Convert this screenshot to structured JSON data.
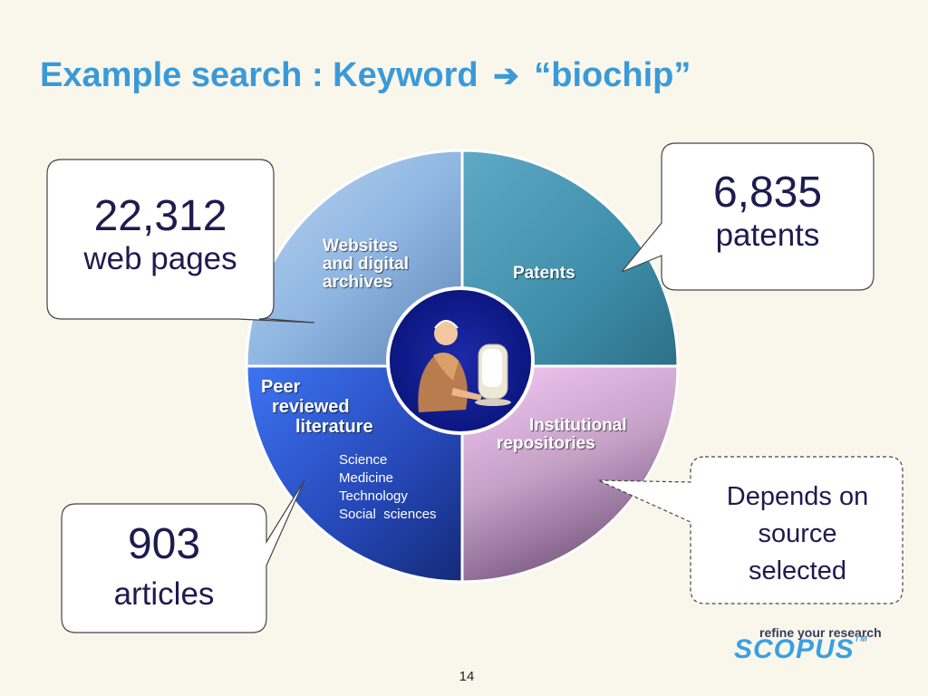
{
  "title": {
    "prefix": "Example search : Keyword",
    "arrow": "➔",
    "keyword": "“biochip”"
  },
  "diagram": {
    "quadrants": {
      "websites": [
        "Websites",
        "and digital",
        "archives"
      ],
      "patents": [
        "Patents"
      ],
      "peer": [
        "Peer",
        "reviewed",
        "literature"
      ],
      "institutional": [
        "Institutional",
        "repositories"
      ]
    },
    "subjects": [
      "Science",
      "Medicine",
      "Technology",
      "Social  sciences"
    ]
  },
  "callouts": {
    "web": {
      "count": "22,312",
      "label": "web pages"
    },
    "patents": {
      "count": "6,835",
      "label": "patents"
    },
    "articles": {
      "count": "903",
      "label": "articles"
    },
    "note": [
      "Depends on",
      "source",
      "selected"
    ]
  },
  "logo": {
    "tagline": "refine your research",
    "brand": "SCOPUS",
    "trademark": "TM"
  },
  "page_number": "14",
  "colors": {
    "title": "#3a9ad9",
    "callout_text": "#1e1b4e",
    "background": "#f9f7ec"
  }
}
